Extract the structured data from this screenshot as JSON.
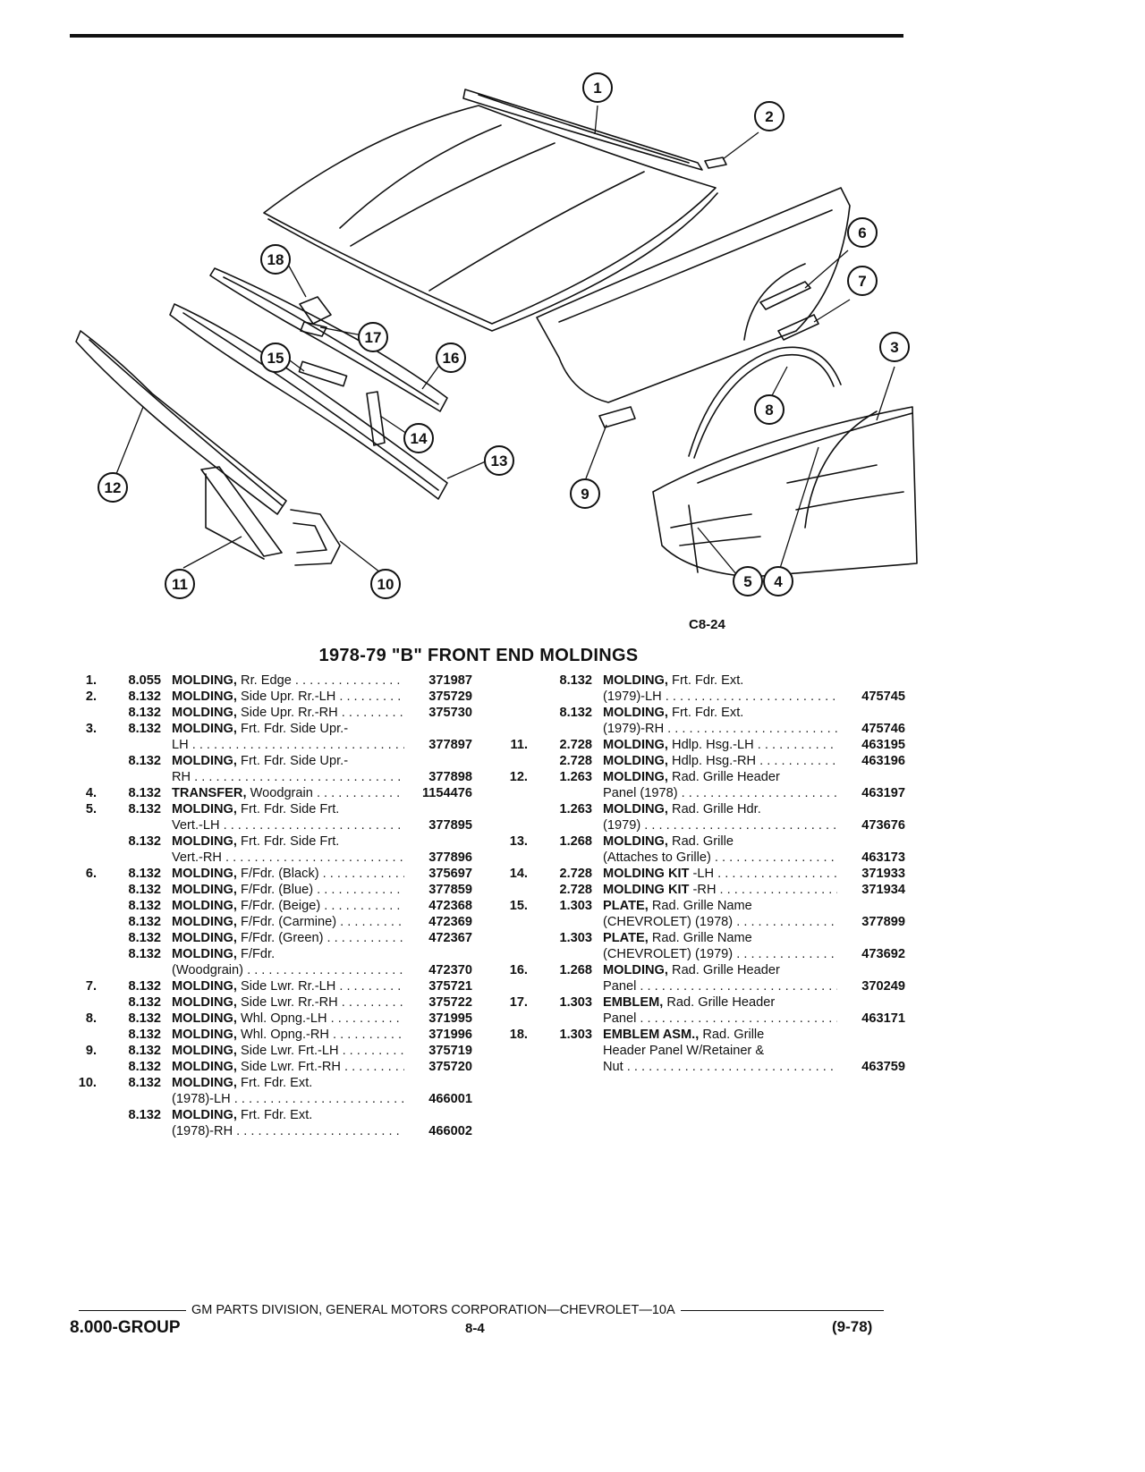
{
  "header": {
    "figure_code": "C8-24",
    "title": "1978-79 \"B\" FRONT END MOLDINGS"
  },
  "callouts": [
    "1",
    "2",
    "3",
    "4",
    "5",
    "6",
    "7",
    "8",
    "9",
    "10",
    "11",
    "12",
    "13",
    "14",
    "15",
    "16",
    "17",
    "18"
  ],
  "left_items": [
    {
      "num": "1.",
      "group": "8.055",
      "name": "MOLDING,",
      "desc": "Rr. Edge",
      "cont": "",
      "part": "371987"
    },
    {
      "num": "2.",
      "group": "8.132",
      "name": "MOLDING,",
      "desc": "Side Upr. Rr.-LH",
      "cont": "",
      "part": "375729"
    },
    {
      "num": "",
      "group": "8.132",
      "name": "MOLDING,",
      "desc": "Side Upr. Rr.-RH",
      "cont": "",
      "part": "375730"
    },
    {
      "num": "3.",
      "group": "8.132",
      "name": "MOLDING,",
      "desc": "Frt. Fdr. Side Upr.-",
      "cont": "LH",
      "part": "377897"
    },
    {
      "num": "",
      "group": "8.132",
      "name": "MOLDING,",
      "desc": "Frt. Fdr. Side Upr.-",
      "cont": "RH",
      "part": "377898"
    },
    {
      "num": "4.",
      "group": "8.132",
      "name": "TRANSFER,",
      "desc": "Woodgrain",
      "cont": "",
      "part": "1154476"
    },
    {
      "num": "5.",
      "group": "8.132",
      "name": "MOLDING,",
      "desc": "Frt. Fdr. Side Frt.",
      "cont": "Vert.-LH",
      "part": "377895"
    },
    {
      "num": "",
      "group": "8.132",
      "name": "MOLDING,",
      "desc": "Frt. Fdr. Side Frt.",
      "cont": "Vert.-RH",
      "part": "377896"
    },
    {
      "num": "6.",
      "group": "8.132",
      "name": "MOLDING,",
      "desc": "F/Fdr. (Black)",
      "cont": "",
      "part": "375697"
    },
    {
      "num": "",
      "group": "8.132",
      "name": "MOLDING,",
      "desc": "F/Fdr. (Blue)",
      "cont": "",
      "part": "377859"
    },
    {
      "num": "",
      "group": "8.132",
      "name": "MOLDING,",
      "desc": "F/Fdr. (Beige)",
      "cont": "",
      "part": "472368"
    },
    {
      "num": "",
      "group": "8.132",
      "name": "MOLDING,",
      "desc": "F/Fdr. (Carmine)",
      "cont": "",
      "part": "472369"
    },
    {
      "num": "",
      "group": "8.132",
      "name": "MOLDING,",
      "desc": "F/Fdr. (Green)",
      "cont": "",
      "part": "472367"
    },
    {
      "num": "",
      "group": "8.132",
      "name": "MOLDING,",
      "desc": "F/Fdr.",
      "cont": "(Woodgrain)",
      "part": "472370"
    },
    {
      "num": "7.",
      "group": "8.132",
      "name": "MOLDING,",
      "desc": "Side Lwr. Rr.-LH",
      "cont": "",
      "part": "375721"
    },
    {
      "num": "",
      "group": "8.132",
      "name": "MOLDING,",
      "desc": "Side Lwr. Rr.-RH",
      "cont": "",
      "part": "375722"
    },
    {
      "num": "8.",
      "group": "8.132",
      "name": "MOLDING,",
      "desc": "Whl. Opng.-LH",
      "cont": "",
      "part": "371995"
    },
    {
      "num": "",
      "group": "8.132",
      "name": "MOLDING,",
      "desc": "Whl. Opng.-RH",
      "cont": "",
      "part": "371996"
    },
    {
      "num": "9.",
      "group": "8.132",
      "name": "MOLDING,",
      "desc": "Side Lwr. Frt.-LH",
      "cont": "",
      "part": "375719"
    },
    {
      "num": "",
      "group": "8.132",
      "name": "MOLDING,",
      "desc": "Side Lwr. Frt.-RH",
      "cont": "",
      "part": "375720"
    },
    {
      "num": "10.",
      "group": "8.132",
      "name": "MOLDING,",
      "desc": "Frt. Fdr. Ext.",
      "cont": "(1978)-LH",
      "part": "466001"
    },
    {
      "num": "",
      "group": "8.132",
      "name": "MOLDING,",
      "desc": "Frt. Fdr. Ext.",
      "cont": "(1978)-RH",
      "part": "466002"
    }
  ],
  "right_items": [
    {
      "num": "",
      "group": "8.132",
      "name": "MOLDING,",
      "desc": "Frt. Fdr. Ext.",
      "cont": "(1979)-LH",
      "part": "475745"
    },
    {
      "num": "",
      "group": "8.132",
      "name": "MOLDING,",
      "desc": "Frt. Fdr. Ext.",
      "cont": "(1979)-RH",
      "part": "475746"
    },
    {
      "num": "11.",
      "group": "2.728",
      "name": "MOLDING,",
      "desc": "Hdlp. Hsg.-LH",
      "cont": "",
      "part": "463195"
    },
    {
      "num": "",
      "group": "2.728",
      "name": "MOLDING,",
      "desc": "Hdlp. Hsg.-RH",
      "cont": "",
      "part": "463196"
    },
    {
      "num": "12.",
      "group": "1.263",
      "name": "MOLDING,",
      "desc": "Rad. Grille Header",
      "cont": "Panel (1978)",
      "part": "463197"
    },
    {
      "num": "",
      "group": "1.263",
      "name": "MOLDING,",
      "desc": "Rad. Grille Hdr.",
      "cont": "(1979)",
      "part": "473676"
    },
    {
      "num": "13.",
      "group": "1.268",
      "name": "MOLDING,",
      "desc": "Rad. Grille",
      "cont": "(Attaches to Grille)",
      "part": "463173"
    },
    {
      "num": "14.",
      "group": "2.728",
      "name": "MOLDING KIT",
      "desc": "-LH",
      "cont": "",
      "part": "371933"
    },
    {
      "num": "",
      "group": "2.728",
      "name": "MOLDING KIT",
      "desc": "-RH",
      "cont": "",
      "part": "371934"
    },
    {
      "num": "15.",
      "group": "1.303",
      "name": "PLATE,",
      "desc": "Rad. Grille Name",
      "cont": "(CHEVROLET) (1978)",
      "part": "377899"
    },
    {
      "num": "",
      "group": "1.303",
      "name": "PLATE,",
      "desc": "Rad. Grille Name",
      "cont": "(CHEVROLET) (1979)",
      "part": "473692"
    },
    {
      "num": "16.",
      "group": "1.268",
      "name": "MOLDING,",
      "desc": "Rad. Grille Header",
      "cont": "Panel",
      "part": "370249"
    },
    {
      "num": "17.",
      "group": "1.303",
      "name": "EMBLEM,",
      "desc": "Rad. Grille Header",
      "cont": "Panel",
      "part": "463171"
    },
    {
      "num": "18.",
      "group": "1.303",
      "name": "EMBLEM ASM.,",
      "desc": "Rad. Grille",
      "cont": "Header Panel W/Retainer &",
      "cont2": "Nut",
      "part": "463759"
    }
  ],
  "footer": {
    "line": "GM PARTS DIVISION, GENERAL MOTORS CORPORATION—CHEVROLET—10A",
    "group": "8.000-GROUP",
    "page": "8-4",
    "date": "(9-78)"
  }
}
